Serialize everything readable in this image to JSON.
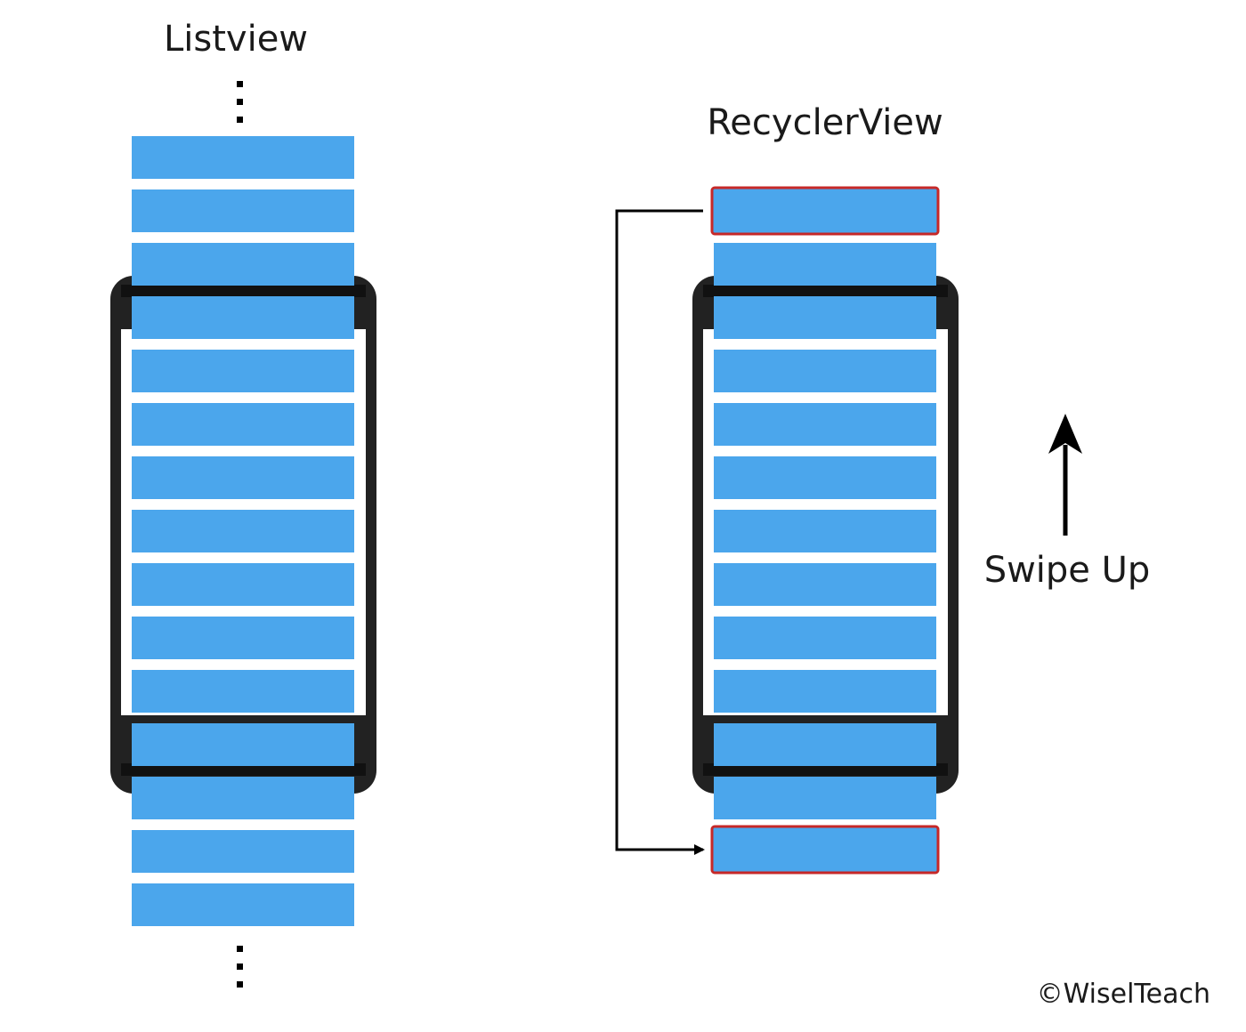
{
  "listview": {
    "title": "Listview",
    "item_count_above_screen": 3,
    "item_count_on_screen": 8,
    "item_count_below_screen": 4
  },
  "recyclerview": {
    "title": "RecyclerView",
    "recycled_item_count": 2
  },
  "gesture": {
    "label": "Swipe Up",
    "direction": "up"
  },
  "copyright": "©WiselTeach",
  "colors": {
    "item_fill": "#4BA6EC",
    "recycled_outline": "#C62828",
    "phone_frame": "#222222",
    "arrow": "#000000",
    "text": "#1a1a1a"
  }
}
